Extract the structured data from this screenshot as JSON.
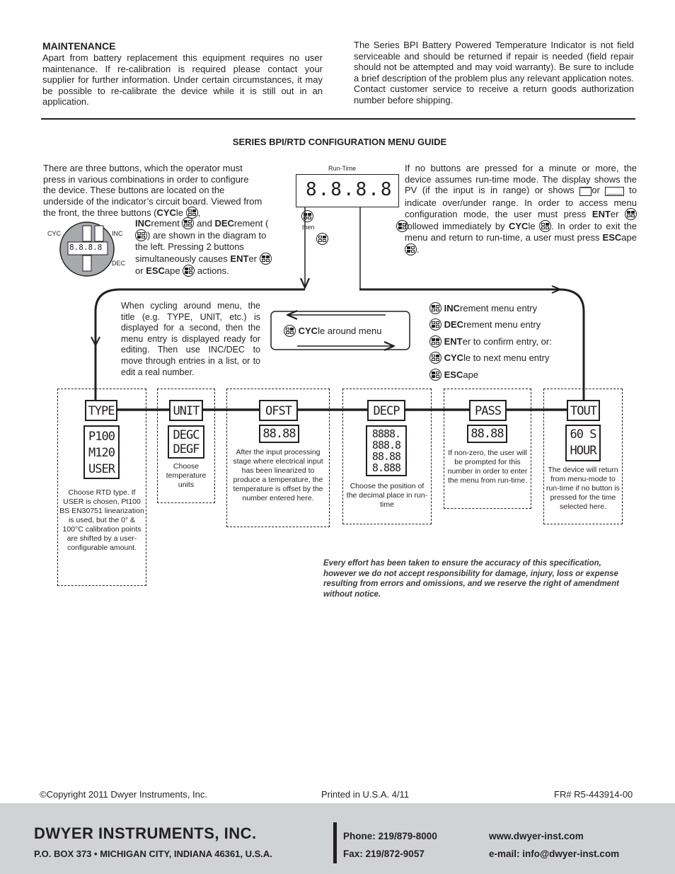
{
  "maintenance": {
    "heading": "MAINTENANCE",
    "left_text": "Apart from battery replacement this equipment requires no user maintenance. If re-calibration is required please contact your supplier for further information. Under certain circumstances, it may be possible to re-calibrate the device while it is still out in an application.",
    "right_text": "The Series BPI Battery Powered Temperature Indicator is not field serviceable and should be returned if repair is needed (field repair should not be attempted and may void warranty). Be sure to include a brief description of the problem plus any relevant application notes. Contact customer service to receive a return goods authorization number before shipping."
  },
  "guide": {
    "title": "SERIES BPI/RTD CONFIGURATION MENU GUIDE",
    "intro_1": "There are three buttons, which the operator must press in various combinations in order to configure the device. These buttons are located on the underside of the indicator’s circuit board. Viewed from the front, the three buttons (",
    "cyc_b": "CYC",
    "cyc_r": "le",
    "inc_b": "INC",
    "inc_r": "rement",
    "and": "and",
    "dec_b": "DEC",
    "dec_r": "rement",
    "intro_2": ") are shown in the diagram to the left. Pressing 2 buttons simultaneously causes",
    "ent_b": "ENT",
    "ent_r": "er",
    "or": "or",
    "esc_b": "ESC",
    "esc_r": "ape",
    "actions": "actions.",
    "diagram_labels": {
      "cyc": "CYC",
      "inc": "INC",
      "dec": "DEC",
      "display": "8.8.8.8"
    },
    "runtime_label": "Run-Time",
    "runtime_display": "8.8.8.8",
    "then": "then",
    "right_1": "If no buttons are pressed for a minute or more, the device assumes run-time mode. The display shows the PV (if the input is in range) or shows",
    "over": "‾‾‾‾",
    "right_or": "or",
    "under": "____",
    "right_2": "to indicate over/under range. In order to access menu configuration mode, the user must press",
    "right_3": "followed immediately by",
    "right_4": ". In order to exit the menu and return to run-time, a user must press",
    "cycling_text": "When cycling around menu, the title (e.g. TYPE, UNIT, etc.) is displayed for a second, then the menu entry is displayed ready for editing. Then use INC/DEC to move through entries in a list, or to edit a real number.",
    "cycle_around": "le around menu",
    "legend": [
      {
        "b": "INC",
        "r": "rement menu entry"
      },
      {
        "b": "DEC",
        "r": "rement menu entry"
      },
      {
        "b": "ENT",
        "r": "er to confirm entry, or:"
      },
      {
        "b": "CYC",
        "r": "le to next menu entry"
      },
      {
        "b": "ESC",
        "r": "ape"
      }
    ],
    "menus": [
      {
        "title": "TYPE",
        "values": [
          "P100",
          "M120",
          "USER"
        ],
        "note": "Choose RTD type. If USER is chosen, Pt100 BS EN30751 linearization is used, but the 0° & 100°C calibration points are shifted by a user-configurable amount."
      },
      {
        "title": "UNIT",
        "values": [
          "DEGC",
          "DEGF"
        ],
        "note": "Choose temperature units"
      },
      {
        "title": "OFST",
        "values": [
          "88.88"
        ],
        "note": "After the input processing stage where electrical input has been linearized to produce a temperature, the temperature is offset by the number entered here."
      },
      {
        "title": "DECP",
        "values": [
          "8888.",
          "888.8",
          "88.88",
          "8.888"
        ],
        "note": "Choose the position of the decimal place in run-time"
      },
      {
        "title": "PASS",
        "values": [
          "88.88"
        ],
        "note": "If non-zero, the user will be prompted for this number in order to enter the menu from run-time."
      },
      {
        "title": "TOUT",
        "values": [
          "60 S",
          "HOUR"
        ],
        "note": "The device will return from menu-mode to run-time if no button is pressed for the time selected here."
      }
    ],
    "disclaimer": "Every effort has been taken to ensure the accuracy of this specification, however we do not accept responsibility for damage, injury, loss or expense resulting from errors and omissions, and we reserve the right of amendment without notice."
  },
  "footer": {
    "copyright": "©Copyright 2011 Dwyer Instruments, Inc.",
    "printed": "Printed in U.S.A. 4/11",
    "fr": "FR# R5-443914-00",
    "company": "DWYER INSTRUMENTS, INC.",
    "address": "P.O. BOX 373 • MICHIGAN CITY, INDIANA 46361, U.S.A.",
    "phone": "Phone: 219/879-8000",
    "fax": "Fax: 219/872-9057",
    "web": "www.dwyer-inst.com",
    "email": "e-mail: info@dwyer-inst.com"
  }
}
